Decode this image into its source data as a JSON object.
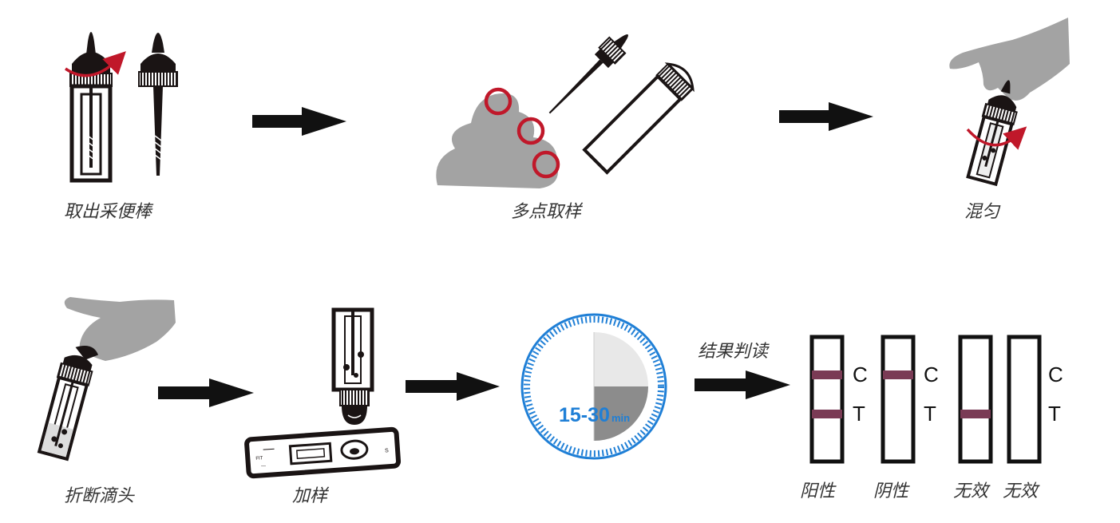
{
  "steps": {
    "take_stick": "取出采便棒",
    "multi_sample": "多点取样",
    "mix": "混匀",
    "break_tip": "折断滴头",
    "add_sample": "加样",
    "read_result": "结果判读"
  },
  "timer": {
    "range": "15-30",
    "unit": "min"
  },
  "cassette": {
    "lines": [
      "C",
      "T"
    ],
    "well": "S"
  },
  "results": [
    {
      "label": "阳性",
      "c_line": true,
      "t_line": true
    },
    {
      "label": "阴性",
      "c_line": true,
      "t_line": false
    },
    {
      "label": "无效",
      "c_line": false,
      "t_line": true
    },
    {
      "label": "无效",
      "c_line": false,
      "t_line": false
    }
  ],
  "colors": {
    "ink": "#1a1414",
    "band": "#7a3b55",
    "gray": "#a3a3a3",
    "red": "#c0182a",
    "blue": "#1f7fd6"
  }
}
